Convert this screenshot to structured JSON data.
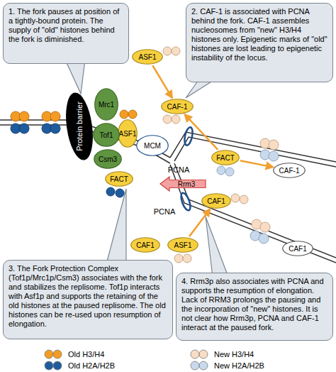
{
  "diagram": {
    "nodes": [
      {
        "text": [
          "1. The fork pauses at position of a tightly-bound protein. The supply of \"old\" histones behind the fork is diminished."
        ]
      },
      {
        "text": [
          "2. CAF-1 is associated with PCNA behind the fork. CAF-1 assembles nucleosomes from \"new\" H3/H4 histones only. Epigenetic marks of \"old\" histones are lost leading to epigenetic instability of the locus."
        ]
      },
      {
        "text": [
          "ASF1"
        ]
      },
      {
        "text": [
          "CAF-1"
        ]
      },
      {
        "text": [
          "Protein barrier"
        ]
      },
      {
        "text": [
          "Mrc1"
        ]
      },
      {
        "text": [
          "ASF1"
        ]
      },
      {
        "text": [
          "Tof1"
        ]
      },
      {
        "text": [
          "Csm3"
        ]
      },
      {
        "text": [
          "MCM"
        ]
      },
      {
        "text": [
          "FACT"
        ]
      },
      {
        "text": [
          "CAF-1"
        ]
      },
      {
        "text": [
          "Rrm3"
        ]
      },
      {
        "text": [
          "FACT"
        ]
      },
      {
        "text": [
          "CAF1"
        ]
      },
      {
        "text": [
          "ASF1"
        ]
      },
      {
        "text": [
          "CAF1"
        ]
      },
      {
        "text": [
          "CAF1"
        ]
      },
      {
        "text": [
          "3. The Fork Protection Complex (Tof1p/Mrc1p/Csm3) associates with the fork and stabilizes the replisome. Tof1p interacts with Asf1p and supports the retaining of the old histones at the paused replisome. The old histones can be re-used upon resumption of elongation."
        ]
      },
      {
        "text": [
          "4. Rrm3p also associates with PCNA and supports the resumption of elongation. Lack of RRM3 prolongs the pausing and the incorporation of \"new\" histones. It is not clear how Rrm3p, PCNA and CAF-1 interact at the paused fork."
        ]
      }
    ],
    "edges": [
      {
        "from": 2,
        "to": 3,
        "arrow": "to"
      },
      {
        "from": 10,
        "to": 3,
        "arrow": "to"
      },
      {
        "from": 10,
        "to": 11,
        "arrow": "to"
      },
      {
        "from": 15,
        "to": 14,
        "arrow": "to"
      }
    ],
    "labels": [
      "PCNA",
      "PCNA"
    ],
    "legend": [
      {
        "text": "Old H3/H4",
        "color": "#f39c25"
      },
      {
        "text": "New H3/H4",
        "color": "#f8dcc4"
      },
      {
        "text": "Old H2A/H2B",
        "color": "#1f5c9e"
      },
      {
        "text": "New H2A/H2B",
        "color": "#c9d9ec"
      }
    ]
  }
}
